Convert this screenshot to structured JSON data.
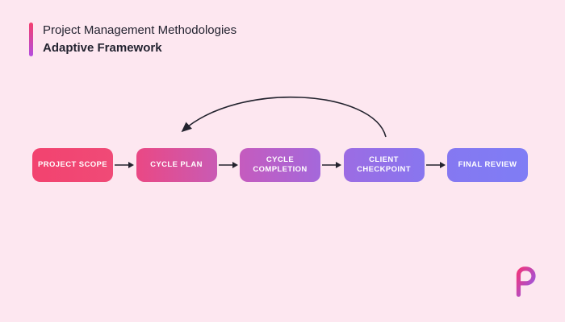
{
  "colors": {
    "background": "#FDE7F0",
    "text": "#232330",
    "arrow": "#23232E",
    "accent_bar_from": "#F43F6E",
    "accent_bar_to": "#B44CE0",
    "logo_from": "#F0357C",
    "logo_to": "#8F5CF0"
  },
  "header": {
    "title": "Project Management Methodologies",
    "subtitle": "Adaptive Framework"
  },
  "flow": {
    "nodes": [
      {
        "label": "PROJECT SCOPE",
        "color_from": "#F2436F",
        "color_to": "#F04A77"
      },
      {
        "label": "CYCLE PLAN",
        "color_from": "#EA4884",
        "color_to": "#C95BB4"
      },
      {
        "label": "CYCLE COMPLETION",
        "color_from": "#C55BBE",
        "color_to": "#A468DB"
      },
      {
        "label": "CLIENT CHECKPOINT",
        "color_from": "#9C6CE3",
        "color_to": "#8876EF"
      },
      {
        "label": "FINAL REVIEW",
        "color_from": "#8578F1",
        "color_to": "#7F7DF5"
      }
    ]
  },
  "icons": {
    "logo": "brand-logo"
  }
}
